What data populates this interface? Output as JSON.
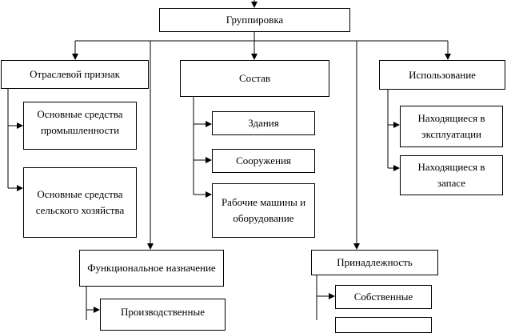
{
  "nodes": {
    "root": "Группировка",
    "industry": "Отраслевой признак",
    "industry_items": [
      "Основные средства промышленности",
      "Основные средства сельского хозяйства"
    ],
    "composition": "Состав",
    "composition_items": [
      "Здания",
      "Сооружения",
      "Рабочие машины и оборудование"
    ],
    "usage": "Использование",
    "usage_items": [
      "Находящиеся в эксплуатации",
      "Находящиеся в запасе"
    ],
    "function": "Функциональное назначение",
    "function_items": [
      "Производственные"
    ],
    "ownership": "Принадлежность",
    "ownership_items": [
      "Собственные"
    ]
  },
  "colors": {
    "line": "#000000",
    "box_border": "#000000",
    "background": "#ffffff"
  }
}
